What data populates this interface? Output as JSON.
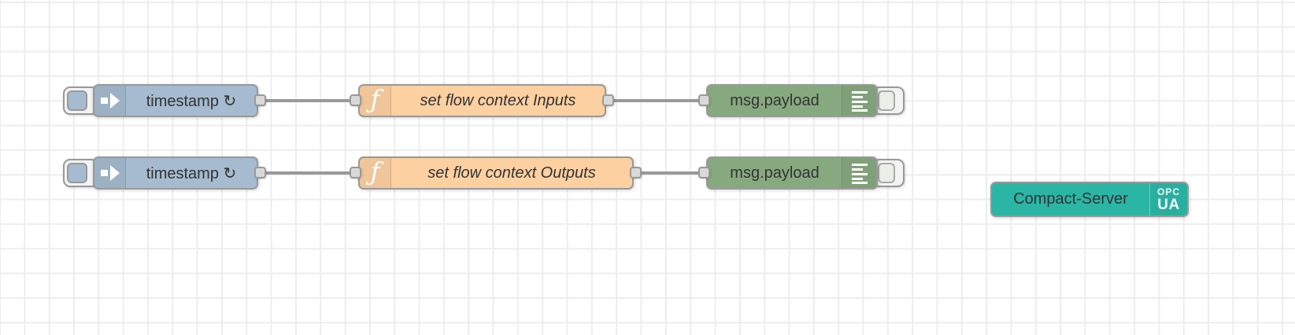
{
  "editor": {
    "type": "node-red-flow-canvas"
  },
  "colors": {
    "inject_node": "#a6bbcf",
    "function_node": "#fdd0a2",
    "debug_node": "#87a980",
    "server_node": "#2bb5a5",
    "wire": "#999999",
    "node_border": "#999999",
    "port_fill": "#d9d9d9",
    "label_text": "#333333",
    "grid_line": "#ededed",
    "canvas_bg": "#ffffff"
  },
  "icons": {
    "inject": "arrow-right-icon",
    "function": "italic-f-icon",
    "debug": "list-lines-icon",
    "repeat_glyph": "↻"
  },
  "nodes": {
    "inject1": {
      "label": "timestamp ↻"
    },
    "function1": {
      "label": "set flow context Inputs"
    },
    "debug1": {
      "label": "msg.payload"
    },
    "inject2": {
      "label": "timestamp ↻"
    },
    "function2": {
      "label": "set flow context Outputs"
    },
    "debug2": {
      "label": "msg.payload"
    },
    "server": {
      "label": "Compact-Server",
      "badge_line1": "OPC",
      "badge_line2": "UA"
    }
  }
}
